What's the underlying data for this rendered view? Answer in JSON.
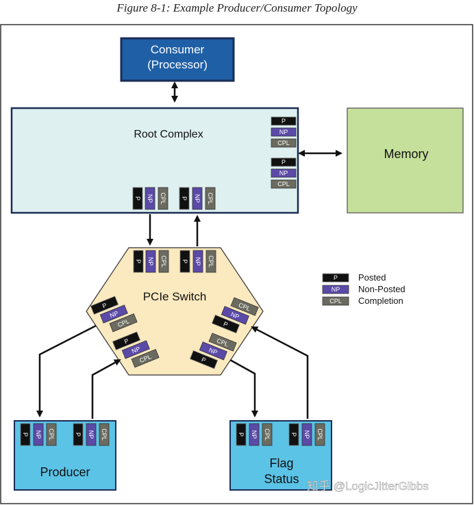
{
  "figure": {
    "caption": "Figure 8-1: Example Producer/Consumer Topology"
  },
  "consumer": {
    "line1": "Consumer",
    "line2": "(Processor)"
  },
  "root_complex": {
    "label": "Root Complex"
  },
  "memory": {
    "label": "Memory"
  },
  "switch": {
    "label": "PCIe Switch"
  },
  "producer": {
    "label": "Producer"
  },
  "flag_status": {
    "line1": "Flag",
    "line2": "Status"
  },
  "chips": {
    "posted": "P",
    "non_posted": "NP",
    "completion": "CPL"
  },
  "legend": {
    "posted": "Posted",
    "non_posted": "Non-Posted",
    "completion": "Completion"
  },
  "watermark": "知乎 @LogicJitterGibbs",
  "colors": {
    "consumer_fill": "#1f5fa6",
    "root_fill": "#dff0f0",
    "memory_fill": "#c5e09a",
    "switch_fill": "#fbe9bf",
    "endpoint_fill": "#5bc3e6",
    "posted": "#111111",
    "non_posted": "#5b4aa8",
    "completion": "#6b6b60"
  }
}
